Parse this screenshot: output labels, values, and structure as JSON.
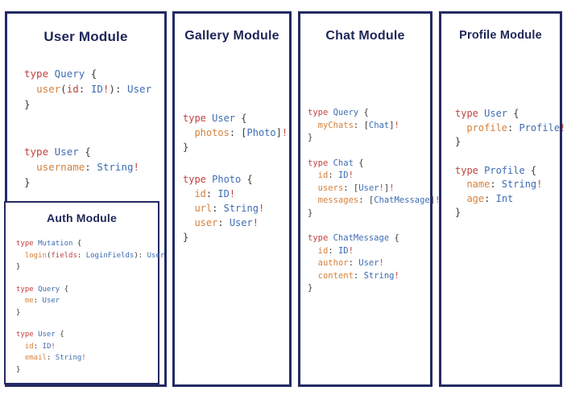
{
  "colors": {
    "navy": "#232a63",
    "heading": "#1e2657",
    "red": "#bf4240",
    "blue": "#3d6cb3",
    "orange": "#d5813d",
    "punct": "#3d3d3d"
  },
  "panels": [
    {
      "title": "User Module",
      "blocks": [
        [
          [
            [
              "r",
              "type "
            ],
            [
              "b",
              "Query "
            ],
            [
              "p",
              "{"
            ]
          ],
          [
            [
              "p",
              "  "
            ],
            [
              "o",
              "user"
            ],
            [
              "p",
              "("
            ],
            [
              "r",
              "id"
            ],
            [
              "p",
              ": "
            ],
            [
              "b",
              "ID"
            ],
            [
              "r",
              "!"
            ],
            [
              "p",
              "): "
            ],
            [
              "b",
              "User"
            ]
          ],
          [
            [
              "p",
              "}"
            ]
          ]
        ],
        [
          [
            [
              "r",
              "type "
            ],
            [
              "b",
              "User "
            ],
            [
              "p",
              "{"
            ]
          ],
          [
            [
              "p",
              "  "
            ],
            [
              "o",
              "username"
            ],
            [
              "p",
              ": "
            ],
            [
              "b",
              "String"
            ],
            [
              "r",
              "!"
            ]
          ],
          [
            [
              "p",
              "}"
            ]
          ]
        ]
      ]
    },
    {
      "title": "Auth Module",
      "blocks": [
        [
          [
            [
              "r",
              "type "
            ],
            [
              "b",
              "Mutation "
            ],
            [
              "p",
              "{"
            ]
          ],
          [
            [
              "p",
              "  "
            ],
            [
              "o",
              "login"
            ],
            [
              "p",
              "("
            ],
            [
              "r",
              "fields"
            ],
            [
              "p",
              ": "
            ],
            [
              "b",
              "LoginFields"
            ],
            [
              "p",
              "): "
            ],
            [
              "b",
              "User"
            ]
          ],
          [
            [
              "p",
              "}"
            ]
          ]
        ],
        [
          [
            [
              "r",
              "type "
            ],
            [
              "b",
              "Query "
            ],
            [
              "p",
              "{"
            ]
          ],
          [
            [
              "p",
              "  "
            ],
            [
              "o",
              "me"
            ],
            [
              "p",
              ": "
            ],
            [
              "b",
              "User"
            ]
          ],
          [
            [
              "p",
              "}"
            ]
          ]
        ],
        [
          [
            [
              "r",
              "type "
            ],
            [
              "b",
              "User "
            ],
            [
              "p",
              "{"
            ]
          ],
          [
            [
              "p",
              "  "
            ],
            [
              "o",
              "id"
            ],
            [
              "p",
              ": "
            ],
            [
              "b",
              "ID"
            ],
            [
              "r",
              "!"
            ]
          ],
          [
            [
              "p",
              "  "
            ],
            [
              "o",
              "email"
            ],
            [
              "p",
              ": "
            ],
            [
              "b",
              "String"
            ],
            [
              "r",
              "!"
            ]
          ],
          [
            [
              "p",
              "}"
            ]
          ]
        ]
      ]
    },
    {
      "title": "Gallery Module",
      "blocks": [
        [
          [
            [
              "r",
              "type "
            ],
            [
              "b",
              "User "
            ],
            [
              "p",
              "{"
            ]
          ],
          [
            [
              "p",
              "  "
            ],
            [
              "o",
              "photos"
            ],
            [
              "p",
              ": ["
            ],
            [
              "b",
              "Photo"
            ],
            [
              "p",
              "]"
            ],
            [
              "r",
              "!"
            ]
          ],
          [
            [
              "p",
              "}"
            ]
          ]
        ],
        [
          [
            [
              "r",
              "type "
            ],
            [
              "b",
              "Photo "
            ],
            [
              "p",
              "{"
            ]
          ],
          [
            [
              "p",
              "  "
            ],
            [
              "o",
              "id"
            ],
            [
              "p",
              ": "
            ],
            [
              "b",
              "ID"
            ],
            [
              "r",
              "!"
            ]
          ],
          [
            [
              "p",
              "  "
            ],
            [
              "o",
              "url"
            ],
            [
              "p",
              ": "
            ],
            [
              "b",
              "String"
            ],
            [
              "r",
              "!"
            ]
          ],
          [
            [
              "p",
              "  "
            ],
            [
              "o",
              "user"
            ],
            [
              "p",
              ": "
            ],
            [
              "b",
              "User"
            ],
            [
              "r",
              "!"
            ]
          ],
          [
            [
              "p",
              "}"
            ]
          ]
        ]
      ]
    },
    {
      "title": "Chat Module",
      "blocks": [
        [
          [
            [
              "r",
              "type "
            ],
            [
              "b",
              "Query "
            ],
            [
              "p",
              "{"
            ]
          ],
          [
            [
              "p",
              "  "
            ],
            [
              "o",
              "myChats"
            ],
            [
              "p",
              ": ["
            ],
            [
              "b",
              "Chat"
            ],
            [
              "p",
              "]"
            ],
            [
              "r",
              "!"
            ]
          ],
          [
            [
              "p",
              "}"
            ]
          ]
        ],
        [
          [
            [
              "r",
              "type "
            ],
            [
              "b",
              "Chat "
            ],
            [
              "p",
              "{"
            ]
          ],
          [
            [
              "p",
              "  "
            ],
            [
              "o",
              "id"
            ],
            [
              "p",
              ": "
            ],
            [
              "b",
              "ID"
            ],
            [
              "r",
              "!"
            ]
          ],
          [
            [
              "p",
              "  "
            ],
            [
              "o",
              "users"
            ],
            [
              "p",
              ": ["
            ],
            [
              "b",
              "User"
            ],
            [
              "r",
              "!"
            ],
            [
              "p",
              "]"
            ],
            [
              "r",
              "!"
            ]
          ],
          [
            [
              "p",
              "  "
            ],
            [
              "o",
              "messages"
            ],
            [
              "p",
              ": ["
            ],
            [
              "b",
              "ChatMessage"
            ],
            [
              "p",
              "]"
            ],
            [
              "r",
              "!"
            ]
          ],
          [
            [
              "p",
              "}"
            ]
          ]
        ],
        [
          [
            [
              "r",
              "type "
            ],
            [
              "b",
              "ChatMessage "
            ],
            [
              "p",
              "{"
            ]
          ],
          [
            [
              "p",
              "  "
            ],
            [
              "o",
              "id"
            ],
            [
              "p",
              ": "
            ],
            [
              "b",
              "ID"
            ],
            [
              "r",
              "!"
            ]
          ],
          [
            [
              "p",
              "  "
            ],
            [
              "o",
              "author"
            ],
            [
              "p",
              ": "
            ],
            [
              "b",
              "User"
            ],
            [
              "r",
              "!"
            ]
          ],
          [
            [
              "p",
              "  "
            ],
            [
              "o",
              "content"
            ],
            [
              "p",
              ": "
            ],
            [
              "b",
              "String"
            ],
            [
              "r",
              "!"
            ]
          ],
          [
            [
              "p",
              "}"
            ]
          ]
        ]
      ]
    },
    {
      "title": "Profile Module",
      "blocks": [
        [
          [
            [
              "r",
              "type "
            ],
            [
              "b",
              "User "
            ],
            [
              "p",
              "{"
            ]
          ],
          [
            [
              "p",
              "  "
            ],
            [
              "o",
              "profile"
            ],
            [
              "p",
              ": "
            ],
            [
              "b",
              "Profile"
            ],
            [
              "r",
              "!"
            ]
          ],
          [
            [
              "p",
              "}"
            ]
          ]
        ],
        [
          [
            [
              "r",
              "type "
            ],
            [
              "b",
              "Profile "
            ],
            [
              "p",
              "{"
            ]
          ],
          [
            [
              "p",
              "  "
            ],
            [
              "o",
              "name"
            ],
            [
              "p",
              ": "
            ],
            [
              "b",
              "String"
            ],
            [
              "r",
              "!"
            ]
          ],
          [
            [
              "p",
              "  "
            ],
            [
              "o",
              "age"
            ],
            [
              "p",
              ": "
            ],
            [
              "b",
              "Int"
            ]
          ],
          [
            [
              "p",
              "}"
            ]
          ]
        ]
      ]
    }
  ]
}
